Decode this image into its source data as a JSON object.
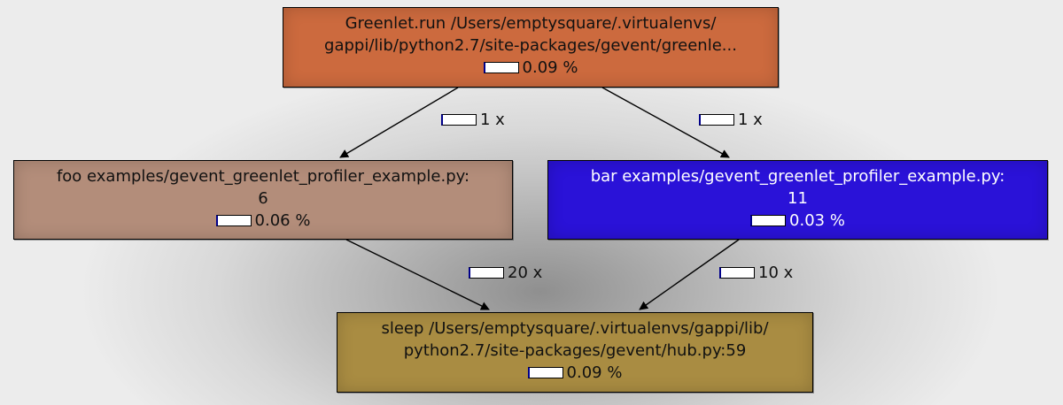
{
  "nodes": {
    "run": {
      "line1": "Greenlet.run /Users/emptysquare/.virtualenvs/",
      "line2": "gappi/lib/python2.7/site-packages/gevent/greenle...",
      "pct": "0.09 %",
      "fill": "#cc6a3e"
    },
    "foo": {
      "line1": "foo examples/gevent_greenlet_profiler_example.py:",
      "line2": "6",
      "pct": "0.06 %",
      "fill": "#b38d7a"
    },
    "bar": {
      "line1": "bar examples/gevent_greenlet_profiler_example.py:",
      "line2": "11",
      "pct": "0.03 %",
      "fill": "#2a12d8"
    },
    "sleep": {
      "line1": "sleep /Users/emptysquare/.virtualenvs/gappi/lib/",
      "line2": "python2.7/site-packages/gevent/hub.py:59",
      "pct": "0.09 %",
      "fill": "#a98c42"
    }
  },
  "edges": {
    "run_to_foo": {
      "calls": "1 x"
    },
    "run_to_bar": {
      "calls": "1 x"
    },
    "foo_to_sleep": {
      "calls": "20 x"
    },
    "bar_to_sleep": {
      "calls": "10 x"
    }
  }
}
